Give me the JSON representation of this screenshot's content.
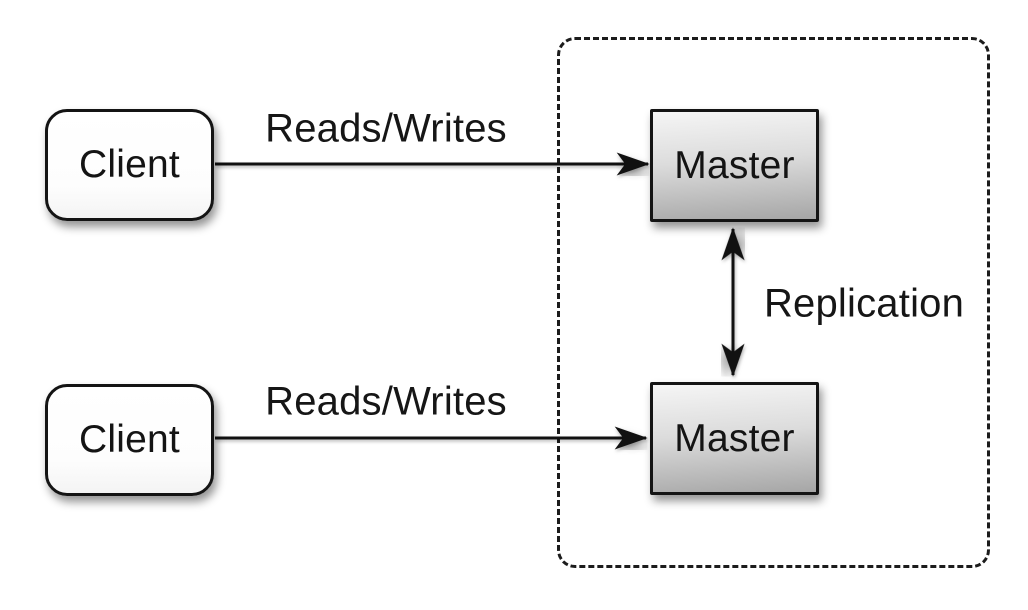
{
  "nodes": {
    "client_top": {
      "label": "Client"
    },
    "client_bottom": {
      "label": "Client"
    },
    "master_top": {
      "label": "Master"
    },
    "master_bottom": {
      "label": "Master"
    }
  },
  "edges": {
    "reads_writes_top": {
      "label": "Reads/Writes"
    },
    "reads_writes_bottom": {
      "label": "Reads/Writes"
    },
    "replication": {
      "label": "Replication"
    }
  },
  "colors": {
    "background": "#ffffff",
    "line": "#111111",
    "node_border": "#141414",
    "client_fill": "#ffffff",
    "master_fill_top": "#f5f5f5",
    "master_fill_bottom": "#a6a6a6",
    "boundary_dash": "#1c1c1c",
    "text": "#161616"
  }
}
